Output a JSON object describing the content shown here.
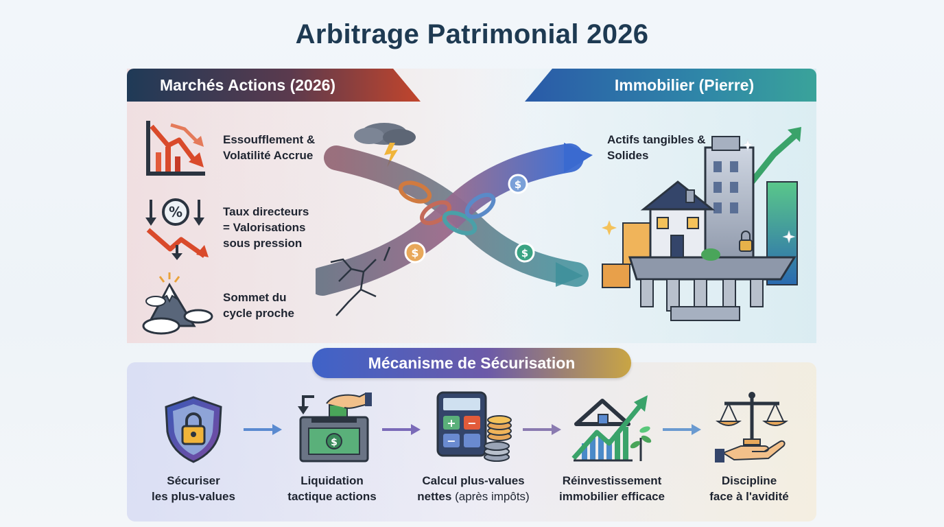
{
  "title": "Arbitrage Patrimonial 2026",
  "left_section": {
    "header": "Marchés Actions (2026)",
    "items": [
      {
        "line1": "Essoufflement &",
        "line2": "Volatilité Accrue",
        "icon": "declining-chart-icon"
      },
      {
        "line1": "Taux directeurs",
        "line2": "= Valorisations",
        "line3": "sous pression",
        "icon": "interest-rate-icon"
      },
      {
        "line1": "Sommet du",
        "line2": "cycle proche",
        "icon": "mountain-peak-icon"
      }
    ]
  },
  "right_section": {
    "header": "Immobilier (Pierre)",
    "items": [
      {
        "line1": "Actifs tangibles &",
        "line2": "Solides",
        "icon": "real-estate-growth-icon"
      }
    ]
  },
  "mechanism": {
    "title": "Mécanisme de Sécurisation",
    "steps": [
      {
        "line1": "Sécuriser",
        "line2": "les plus-values",
        "icon": "shield-lock-icon"
      },
      {
        "line1": "Liquidation",
        "line2": "tactique actions",
        "icon": "cash-register-icon"
      },
      {
        "line1": "Calcul plus-values",
        "line2a": "nettes",
        "line2b": "(après impôts)",
        "icon": "calculator-coins-icon"
      },
      {
        "line1": "Réinvestissement",
        "line2": "immobilier efficace",
        "icon": "house-growth-icon"
      },
      {
        "line1": "Discipline",
        "line2": "face à l'avidité",
        "icon": "balance-scale-icon"
      }
    ]
  },
  "colors": {
    "title": "#1e3a52",
    "left_header_start": "#1f3a57",
    "left_header_end": "#c2452c",
    "right_header_start": "#2a5aa8",
    "right_header_end": "#3aa39a",
    "decline_red": "#d94a2b",
    "growth_green": "#3aa36a"
  }
}
